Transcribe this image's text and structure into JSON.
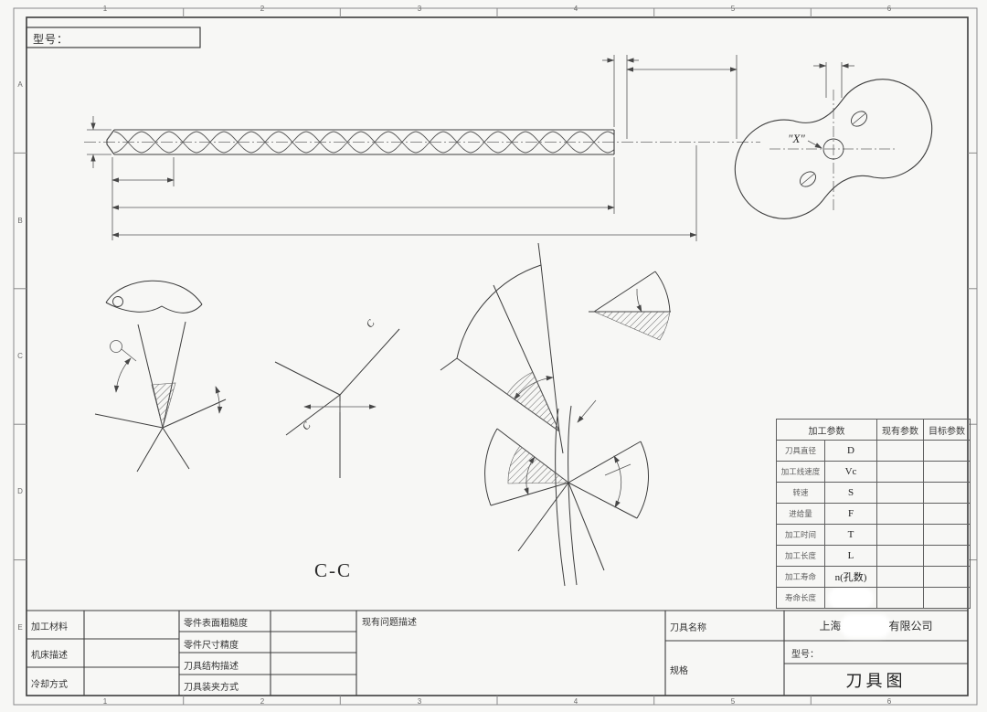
{
  "sheet": {
    "model_label": "型号：",
    "section_label": "C-C",
    "section_mark": "C",
    "end_view_label": "\"X\""
  },
  "zones": {
    "columns": [
      "1",
      "2",
      "3",
      "4",
      "5",
      "6"
    ],
    "rows": [
      "A",
      "B",
      "C",
      "D",
      "E"
    ]
  },
  "param_table": {
    "headers": [
      "加工参数",
      "现有参数",
      "目标参数"
    ],
    "rows": [
      {
        "label": "刀具直径",
        "value": "D"
      },
      {
        "label": "加工线速度",
        "value": "Vc"
      },
      {
        "label": "转速",
        "value": "S"
      },
      {
        "label": "进给量",
        "value": "F"
      },
      {
        "label": "加工时间",
        "value": "T"
      },
      {
        "label": "加工长度",
        "value": "L"
      },
      {
        "label": "加工寿命",
        "value": "n(孔数)"
      },
      {
        "label": "寿命长度",
        "value": "",
        "redacted": true
      }
    ]
  },
  "title_block": {
    "left_rows": [
      {
        "label": "加工材料",
        "value": ""
      },
      {
        "label": "机床描述",
        "value": ""
      },
      {
        "label": "冷却方式",
        "value": ""
      }
    ],
    "mid_rows": [
      {
        "label": "零件表面粗糙度",
        "value": ""
      },
      {
        "label": "零件尺寸精度",
        "value": ""
      },
      {
        "label": "刀具结构描述",
        "value": ""
      },
      {
        "label": "刀具装夹方式",
        "value": ""
      }
    ],
    "problem_label": "现有问题描述",
    "tool_name_label": "刀具名称",
    "spec_label": "规格",
    "company": {
      "prefix": "上海",
      "suffix": "有限公司",
      "redacted_middle": true
    },
    "model_label": "型号：",
    "drawing_title": "刀具图"
  }
}
